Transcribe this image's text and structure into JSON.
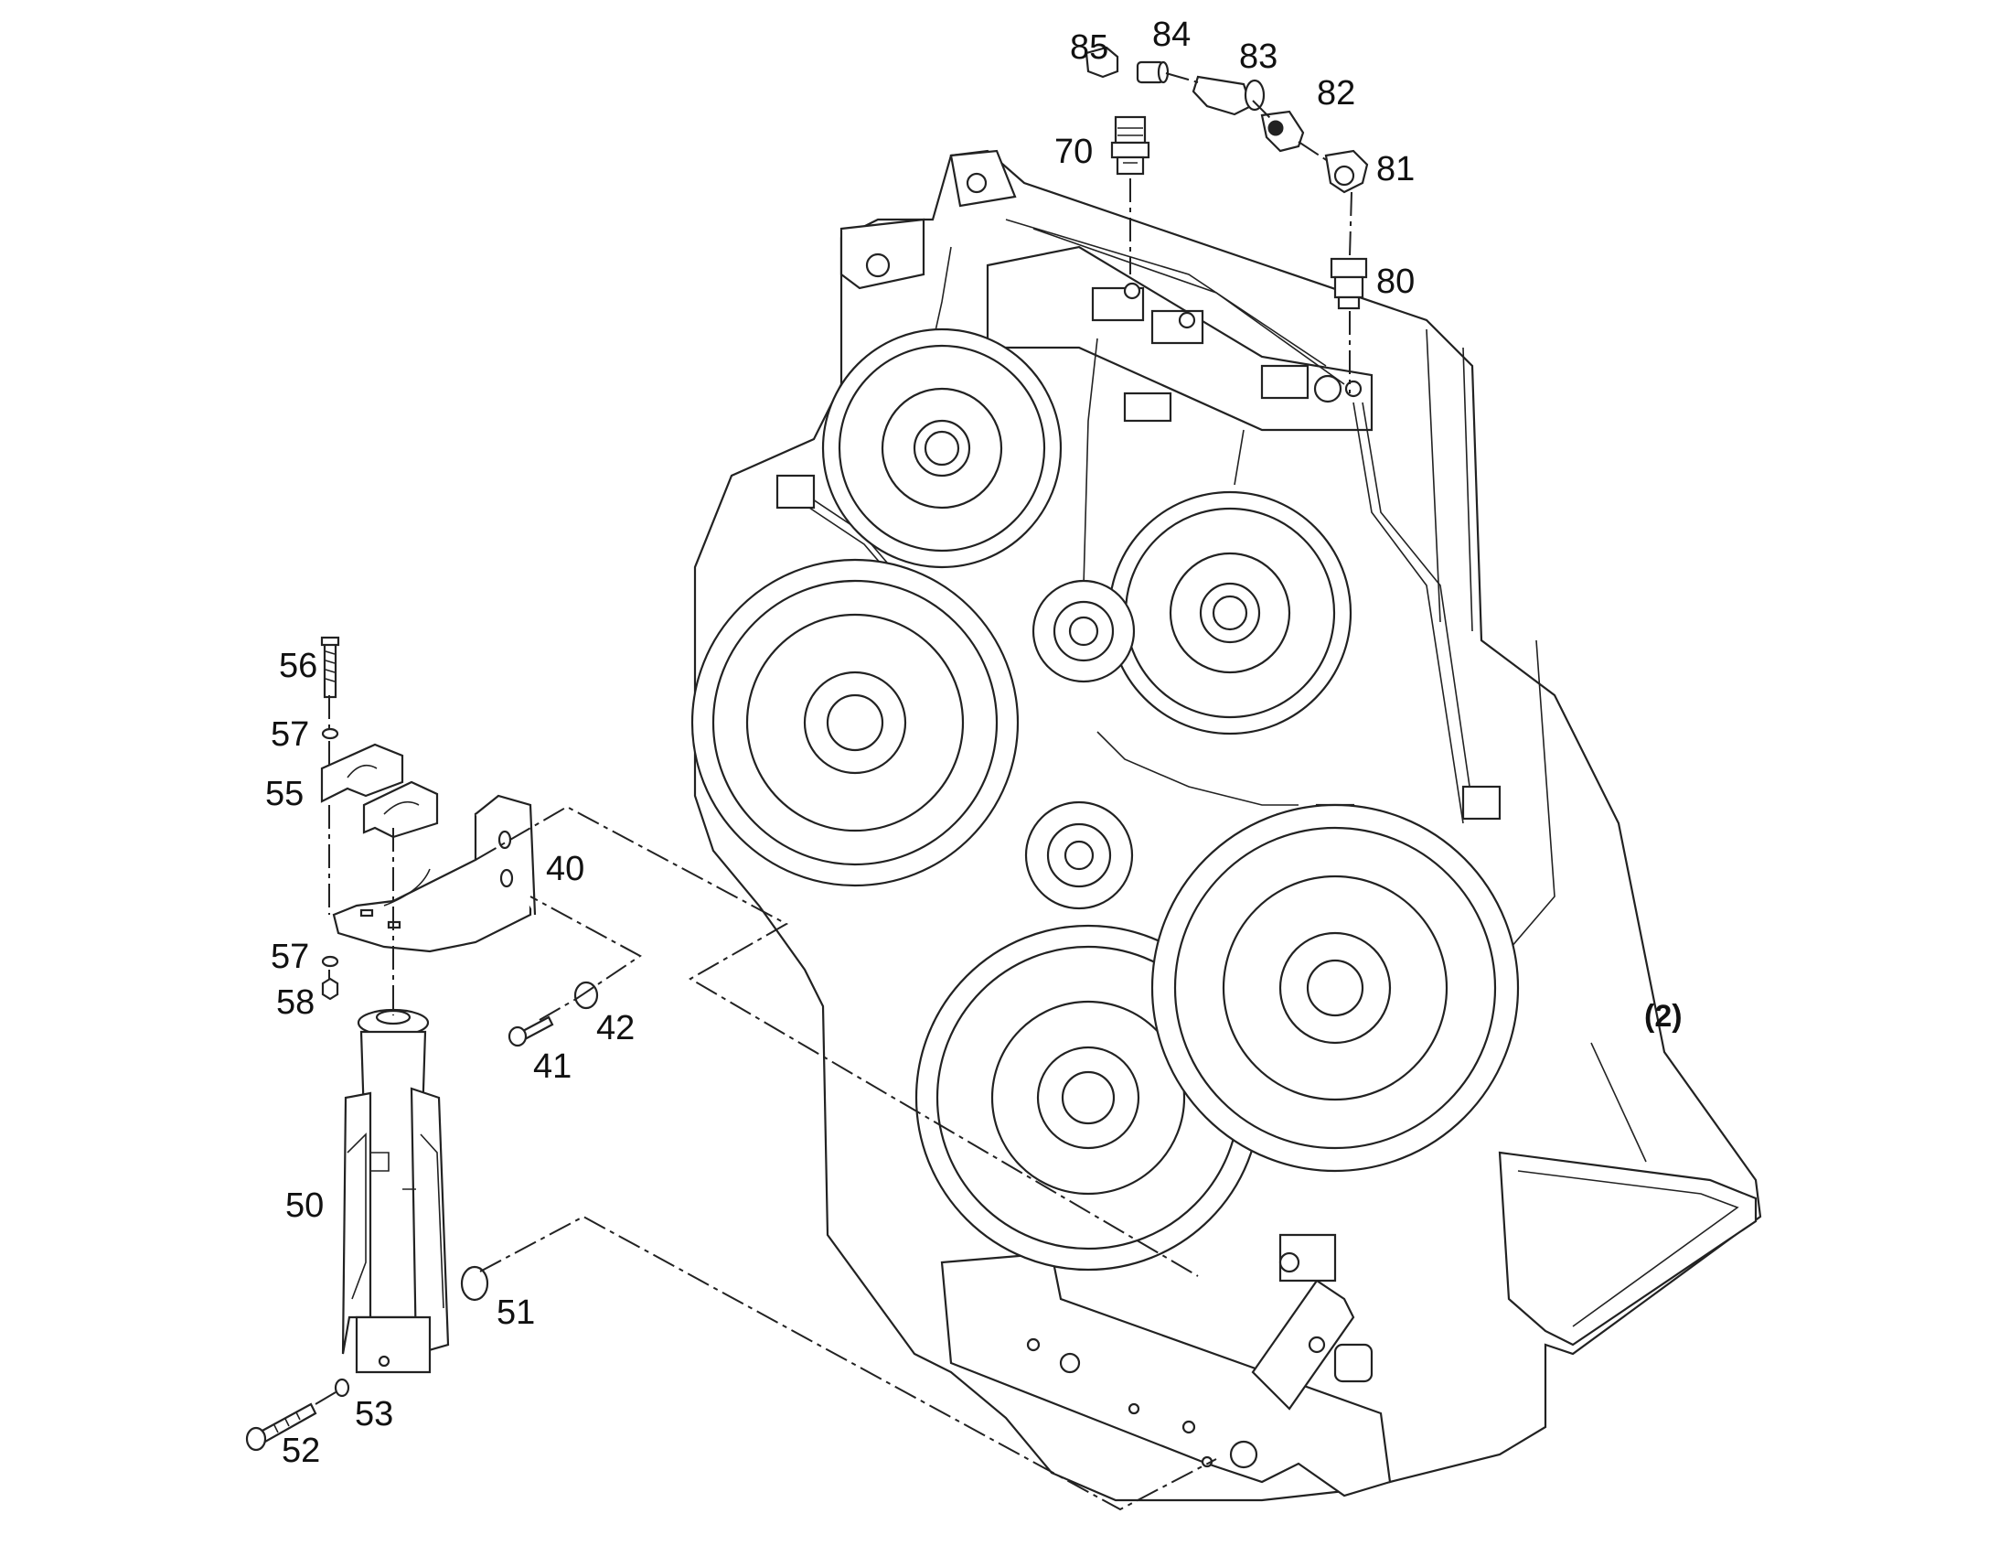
{
  "labels": {
    "p40": "40",
    "p41": "41",
    "p42": "42",
    "p50": "50",
    "p51": "51",
    "p52": "52",
    "p53": "53",
    "p55": "55",
    "p56": "56",
    "p57a": "57",
    "p57b": "57",
    "p58": "58",
    "p70": "70",
    "p80": "80",
    "p81": "81",
    "p82": "82",
    "p83": "83",
    "p84": "84",
    "p85": "85"
  },
  "view_ref": "(2)"
}
